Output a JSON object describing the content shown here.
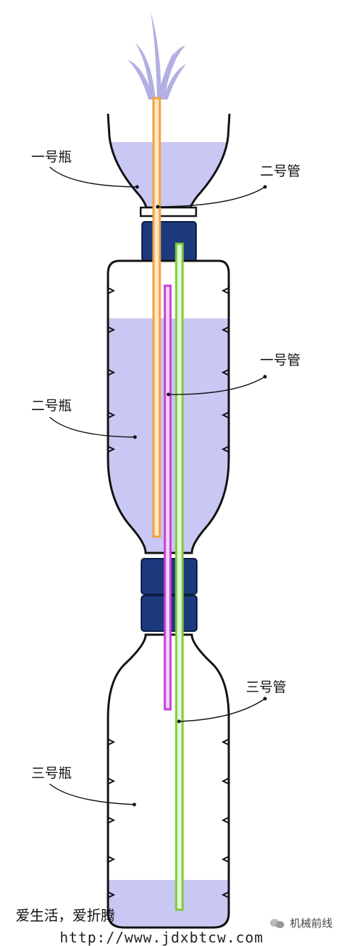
{
  "labels": {
    "bottle1": "一号瓶",
    "bottle2": "二号瓶",
    "bottle3": "三号瓶",
    "tube1": "一号管",
    "tube2": "二号管",
    "tube3": "三号管"
  },
  "caption": "爱生活，爱折腾",
  "url": "http://www.jdxbtcw.com",
  "watermark": "机械前线",
  "colors": {
    "water": "#c9c7f3",
    "cap": "#1c3a7d",
    "tube1": "#c23fd6",
    "tube2": "#f1a23a",
    "tube3": "#7ccb3a",
    "fountain": "#aaa7df"
  }
}
